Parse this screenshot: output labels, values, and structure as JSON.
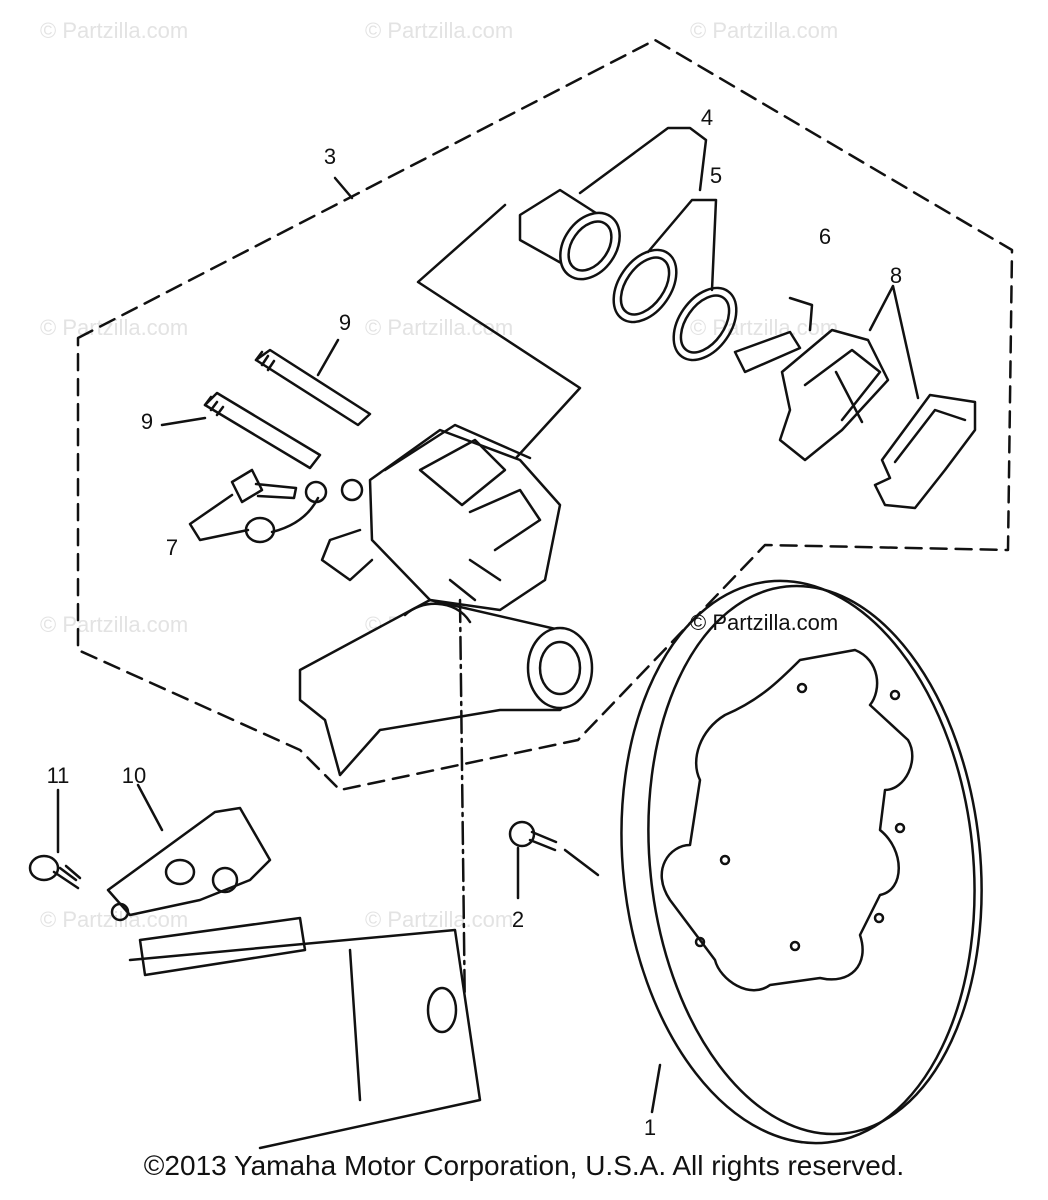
{
  "watermark": "© Partzilla.com",
  "watermark_main": "© Partzilla.com",
  "copyright": "©2013 Yamaha Motor Corporation, U.S.A. All rights reserved.",
  "callouts": {
    "c1": "1",
    "c2": "2",
    "c3": "3",
    "c4": "4",
    "c5": "5",
    "c6": "6",
    "c7": "7",
    "c8": "8",
    "c9a": "9",
    "c9b": "9",
    "c10": "10",
    "c11": "11"
  },
  "colors": {
    "line": "#111111",
    "watermark": "#e3e3e3"
  }
}
